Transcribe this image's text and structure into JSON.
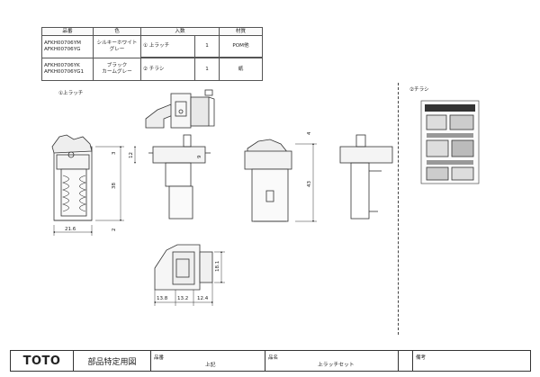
{
  "parts_table": {
    "headers": [
      "品番",
      "色",
      "入数",
      "材質"
    ],
    "codes": [
      "AFKH00706YM",
      "AFKH00706YG",
      "AFKH00706YK",
      "AFKH00706YG1"
    ],
    "colors": [
      "シルキーホワイト",
      "グレー",
      "ブラック",
      "カームグレー"
    ],
    "items": [
      {
        "name": "① 上ラッチ",
        "qty": "1",
        "material": "POM他"
      },
      {
        "name": "② チラシ",
        "qty": "1",
        "material": "紙"
      }
    ]
  },
  "captions": {
    "latch": "①上ラッチ",
    "leaflet": "②チラシ"
  },
  "dimensions": {
    "width_front": "21.6",
    "height_front": "38",
    "top_offset": "3",
    "bottom_offset": "2",
    "side_top": "12",
    "side_height": "43",
    "side_top_small": "4",
    "plan_height": "18.1",
    "plan_w1": "13.8",
    "plan_w2": "13.2",
    "plan_w3": "12.4",
    "section_small": "9"
  },
  "title_block": {
    "logo": "TOTO",
    "doc_type": "部品特定用図",
    "part_label": "品番",
    "part_value": "上記",
    "name_label": "品名",
    "name_value": "上ラッチセット",
    "note_label": "備考"
  }
}
